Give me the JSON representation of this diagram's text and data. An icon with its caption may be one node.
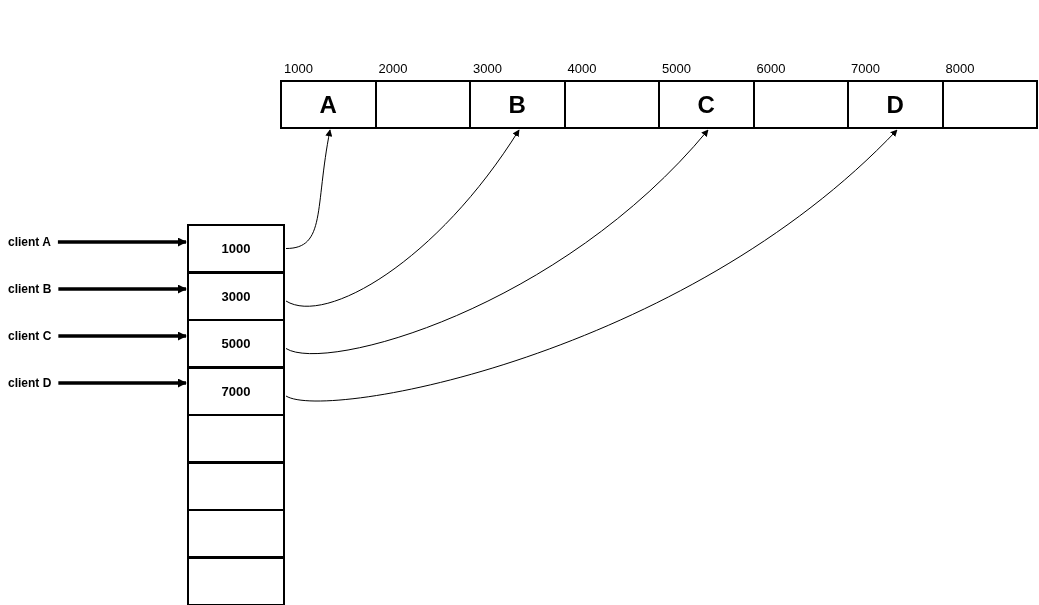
{
  "diagram": {
    "nodes": [
      {
        "text": [
          "A"
        ],
        "beside": [
          "1000"
        ]
      },
      {
        "text": [],
        "shape": "box",
        "beside": [
          "2000"
        ]
      },
      {
        "text": [
          "B"
        ],
        "beside": [
          "3000"
        ]
      },
      {
        "text": [],
        "shape": "box",
        "beside": [
          "4000"
        ]
      },
      {
        "text": [
          "C"
        ],
        "beside": [
          "5000"
        ]
      },
      {
        "text": [],
        "shape": "box",
        "beside": [
          "6000"
        ]
      },
      {
        "text": [
          "D"
        ],
        "beside": [
          "7000"
        ]
      },
      {
        "text": [],
        "shape": "box",
        "beside": [
          "8000"
        ]
      },
      {
        "text": [
          "1000"
        ]
      },
      {
        "text": [
          "3000"
        ]
      },
      {
        "text": [
          "5000"
        ]
      },
      {
        "text": [
          "7000"
        ]
      },
      {
        "text": [],
        "shape": "box"
      },
      {
        "text": [],
        "shape": "box"
      },
      {
        "text": [],
        "shape": "box"
      },
      {
        "text": [],
        "shape": "box"
      },
      {
        "text": [
          "client A"
        ]
      },
      {
        "text": [
          "client B"
        ]
      },
      {
        "text": [
          "client C"
        ]
      },
      {
        "text": [
          "client D"
        ]
      }
    ],
    "edges": [
      {
        "from": 16,
        "to": 8,
        "arrow": "to",
        "style": "thick"
      },
      {
        "from": 17,
        "to": 9,
        "arrow": "to",
        "style": "thick"
      },
      {
        "from": 18,
        "to": 10,
        "arrow": "to",
        "style": "thick"
      },
      {
        "from": 19,
        "to": 11,
        "arrow": "to",
        "style": "thick"
      },
      {
        "from": 8,
        "to": 0,
        "arrow": "to"
      },
      {
        "from": 9,
        "to": 2,
        "arrow": "to"
      },
      {
        "from": 10,
        "to": 4,
        "arrow": "to"
      },
      {
        "from": 11,
        "to": 6,
        "arrow": "to"
      }
    ]
  }
}
